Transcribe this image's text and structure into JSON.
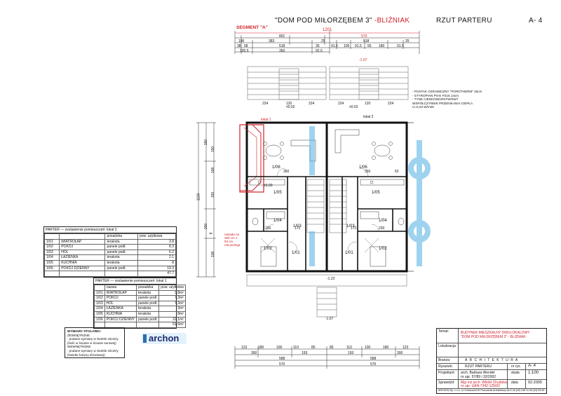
{
  "header": {
    "title": "\"DOM POD MIŁORZĘBEM 3\"",
    "subtitle": "-BLIŹNIAK",
    "view": "RZUT PARTERU",
    "sheet": "A- 4",
    "segment": "SEGMENT \"A\"",
    "top_dim": "1201"
  },
  "top_dims": {
    "row1": [
      "891",
      "570"
    ],
    "row2": [
      "106",
      "383",
      "25",
      "518",
      "25"
    ],
    "row3": [
      "38",
      "68",
      "518",
      "35",
      "91.5",
      "105",
      "91.5",
      "55",
      "180",
      "91.5"
    ],
    "row4": [
      "105.5",
      "350",
      "92.5"
    ]
  },
  "levels": {
    "top": "-1.07",
    "entry": "±0.02",
    "hall": "±0.00",
    "bottom": "-1.67",
    "gate": "-1.22"
  },
  "wall_note": [
    "- PUSTAK CERAMICZNY \"POROTHERM\" 25cm",
    "- STYROPIAN PS-E FS15 14cm",
    "- TYNK CIENKOWARSTWOWY",
    "WSPÓŁCZYNNIK PRZENIKANIA CIEPŁA",
    "U=0,23 W/m2K"
  ],
  "rooms_left": [
    {
      "id": "lokal 1"
    },
    {
      "id": "1/06"
    },
    {
      "id": "1/05"
    },
    {
      "id": "1/04"
    },
    {
      "id": "1/03"
    },
    {
      "id": "1/02"
    },
    {
      "id": "1/01"
    }
  ],
  "rooms_right": [
    {
      "id": "lokal 2"
    },
    {
      "id": "1/06"
    },
    {
      "id": "1/05"
    },
    {
      "id": "1/04"
    },
    {
      "id": "1/03"
    },
    {
      "id": "1/02"
    },
    {
      "id": "1/01"
    }
  ],
  "interior_dims": [
    "224",
    "120",
    "224",
    "224",
    "120",
    "224",
    "350",
    "350",
    "62",
    "230",
    "172",
    "172",
    "230"
  ],
  "side_dims": [
    "1130",
    "150",
    "200",
    "108",
    "150",
    "150",
    "8",
    "108"
  ],
  "red_note": [
    "nasada na",
    "300 cm 1",
    "50 cm",
    "nat pożega"
  ],
  "bottom_dims": {
    "row1": [
      "123",
      "180",
      "100",
      "110",
      "85",
      "85",
      "110",
      "100",
      "180",
      "123"
    ],
    "row2": [
      "300",
      "193",
      "193",
      "300"
    ],
    "row3": [
      "588",
      "588"
    ],
    "row4": [
      "570",
      "570"
    ]
  },
  "table1": {
    "title": "PARTER — zestawienie pomieszczeń: lokal 2",
    "headers": [
      "",
      "",
      "posadzka",
      "pow. użytkowa"
    ],
    "rows": [
      [
        "1/01",
        "WIATROŁAP",
        "terakota",
        "3.8"
      ],
      [
        "1/02",
        "POKÓJ",
        "panele podł.",
        "8.3"
      ],
      [
        "1/03",
        "HOL",
        "panele podł.",
        "6.2"
      ],
      [
        "1/04",
        "ŁAZIENKA",
        "terakota",
        "2.1"
      ],
      [
        "1/05",
        "KUCHNIA",
        "terakota",
        "8"
      ],
      [
        "1/06",
        "POKÓJ DZIENNY",
        "panele podł.",
        "19.3"
      ]
    ],
    "total": "47.7"
  },
  "table2": {
    "title": "PARTER — zestawienie pomieszczeń: lokal 1",
    "headers": [
      "",
      "nazwa",
      "posadzka",
      "pow. użytkowa"
    ],
    "rows": [
      [
        "1/01",
        "WIATROŁAP",
        "terakota",
        "3,8m²"
      ],
      [
        "1/02",
        "POKÓJ",
        "panele podł.",
        "7,3m²"
      ],
      [
        "1/03",
        "HOL",
        "panele podł.",
        "7,3m²"
      ],
      [
        "1/04",
        "ŁAZIENKA",
        "terakota",
        "3m²"
      ],
      [
        "1/05",
        "KUCHNIA",
        "terakota",
        "8m²"
      ],
      [
        "1/06",
        "POKÓJ DZIENNY",
        "panele podł.",
        "22,1m²"
      ]
    ],
    "total": "51,6m²"
  },
  "legend": [
    "WYMIARY STOLARKI:",
    "ZEWNĘTRZNE",
    "- podane wymiary w świetle ościeży",
    "(ilość w ścianie w ścianie surowej)",
    "WEWNĘTRZNE",
    "- podane wymiary w świetle ościeży",
    "(świetle futryny drzwiowej)"
  ],
  "logo": "archon",
  "title_block": {
    "temat_label": "Temat:",
    "temat": "BUDYNEK MIESZKALNY DWULOKALOWY",
    "temat2": "\"DOM POD MIŁORZĘBEM 3\" - BLIŹNIAK",
    "lokalizacja_label": "Lokalizacja:",
    "branza_label": "Branża:",
    "branza": "A R C H I T E K T U R A",
    "rysunek_label": "Rysunek:",
    "rysunek": "RZUT PARTERU",
    "nr_rys_label": "nr rys.",
    "nr_rys": "A- 4",
    "projektant_label": "Projektant:",
    "projektant": "arch. Barbara Wendel",
    "upr": "nr upr. 57/89 i 32/2002",
    "skala_label": "skala",
    "skala": "1:100",
    "sprawdzil_label": "Sprawdził:",
    "sprawdzil": "Mgr inż.arch. Witold Chudoba",
    "upr2": "nr upr. UAN-7342-125/92",
    "data_label": "data",
    "data": "02.2005",
    "footer": "ARCHON Sp. z o.o. ul. Kościuszki 50 Pracownia Architektury ALICJA (32) 248 11 63 (33) 59 90"
  }
}
